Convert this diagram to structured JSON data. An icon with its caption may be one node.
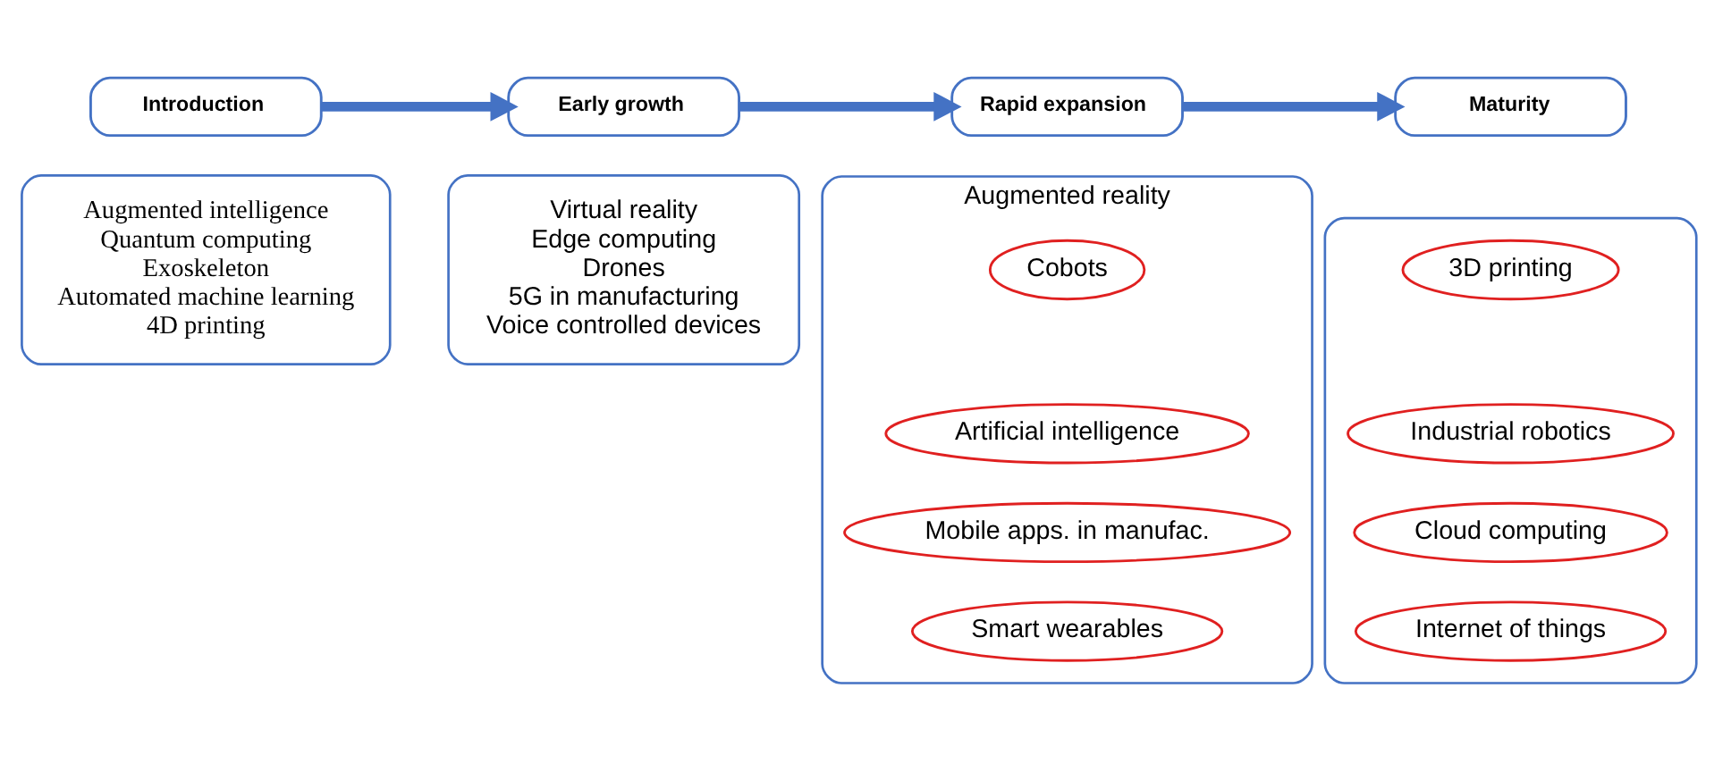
{
  "diagram": {
    "nodes": [
      {
        "text": [
          "Introduction"
        ]
      },
      {
        "text": [
          "Early growth"
        ]
      },
      {
        "text": [
          "Rapid expansion"
        ]
      },
      {
        "text": [
          "Maturity"
        ]
      },
      {
        "text": [
          "Augmented intelligence",
          "Quantum computing",
          "Exoskeleton",
          "Automated machine learning",
          "4D printing"
        ]
      },
      {
        "text": [
          "Virtual reality",
          "Edge computing",
          "Drones",
          "5G in manufacturing",
          "Voice controlled devices"
        ]
      },
      {
        "text": [
          "Augmented reality"
        ]
      },
      {
        "text": [
          "Cobots"
        ],
        "in": 6
      },
      {
        "text": [
          "Artificial intelligence"
        ],
        "in": 6
      },
      {
        "text": [
          "Mobile apps. in manufac."
        ],
        "in": 6
      },
      {
        "text": [
          "Smart wearables"
        ],
        "in": 6
      },
      {
        "text": [],
        "shape": "box"
      },
      {
        "text": [
          "3D printing"
        ],
        "in": 11
      },
      {
        "text": [
          "Industrial robotics"
        ],
        "in": 11
      },
      {
        "text": [
          "Cloud computing"
        ],
        "in": 11
      },
      {
        "text": [
          "Internet of things"
        ],
        "in": 11
      }
    ],
    "edges": [
      {
        "from": 0,
        "to": 1,
        "arrow": "to"
      },
      {
        "from": 1,
        "to": 2,
        "arrow": "to"
      },
      {
        "from": 2,
        "to": 3,
        "arrow": "to"
      }
    ]
  }
}
